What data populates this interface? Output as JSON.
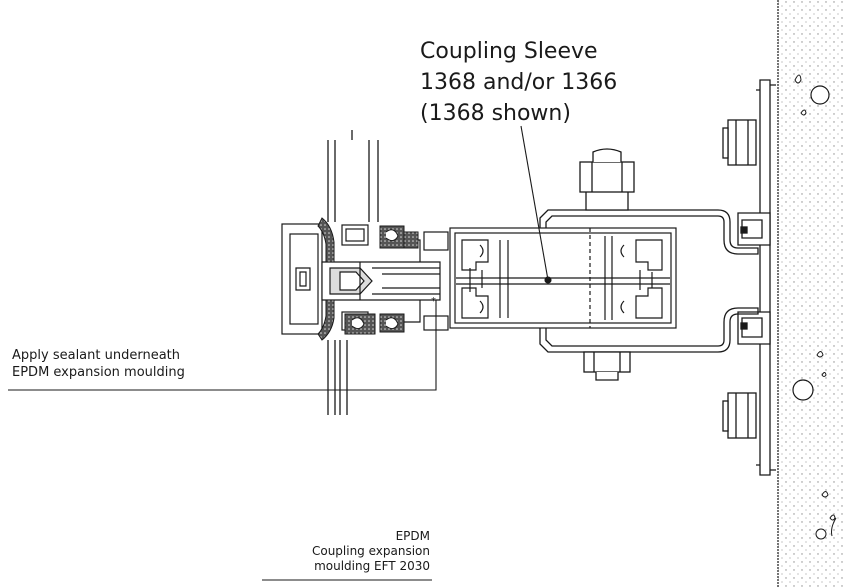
{
  "callouts": {
    "coupling_sleeve": {
      "line1": "Coupling Sleeve",
      "line2": "1368 and/or 1366",
      "line3": "(1368 shown)"
    },
    "sealant": {
      "line1": "Apply sealant underneath",
      "line2": "EPDM expansion moulding"
    },
    "expansion": {
      "line1": "EPDM",
      "line2": "Coupling expansion",
      "line3": "moulding EFT 2030"
    }
  },
  "colors": {
    "line": "#1a1a1a",
    "gasket": "#4a4a4a",
    "concrete_dots": "#9a9a9a"
  }
}
